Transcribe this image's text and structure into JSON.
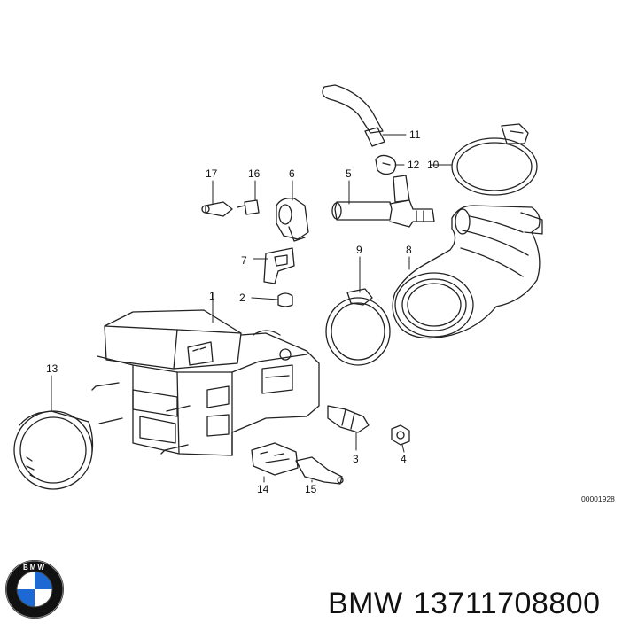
{
  "diagram": {
    "reference_number": "00001928",
    "callouts": [
      "1",
      "2",
      "3",
      "4",
      "5",
      "6",
      "7",
      "8",
      "9",
      "10",
      "11",
      "12",
      "13",
      "14",
      "15",
      "16",
      "17"
    ]
  },
  "footer": {
    "brand": "BMW",
    "part_number": "13711708800",
    "logo_letters": "BMW",
    "colors": {
      "logo_blue": "#1c69d4",
      "logo_ring": "#111111",
      "line": "#222222"
    }
  }
}
